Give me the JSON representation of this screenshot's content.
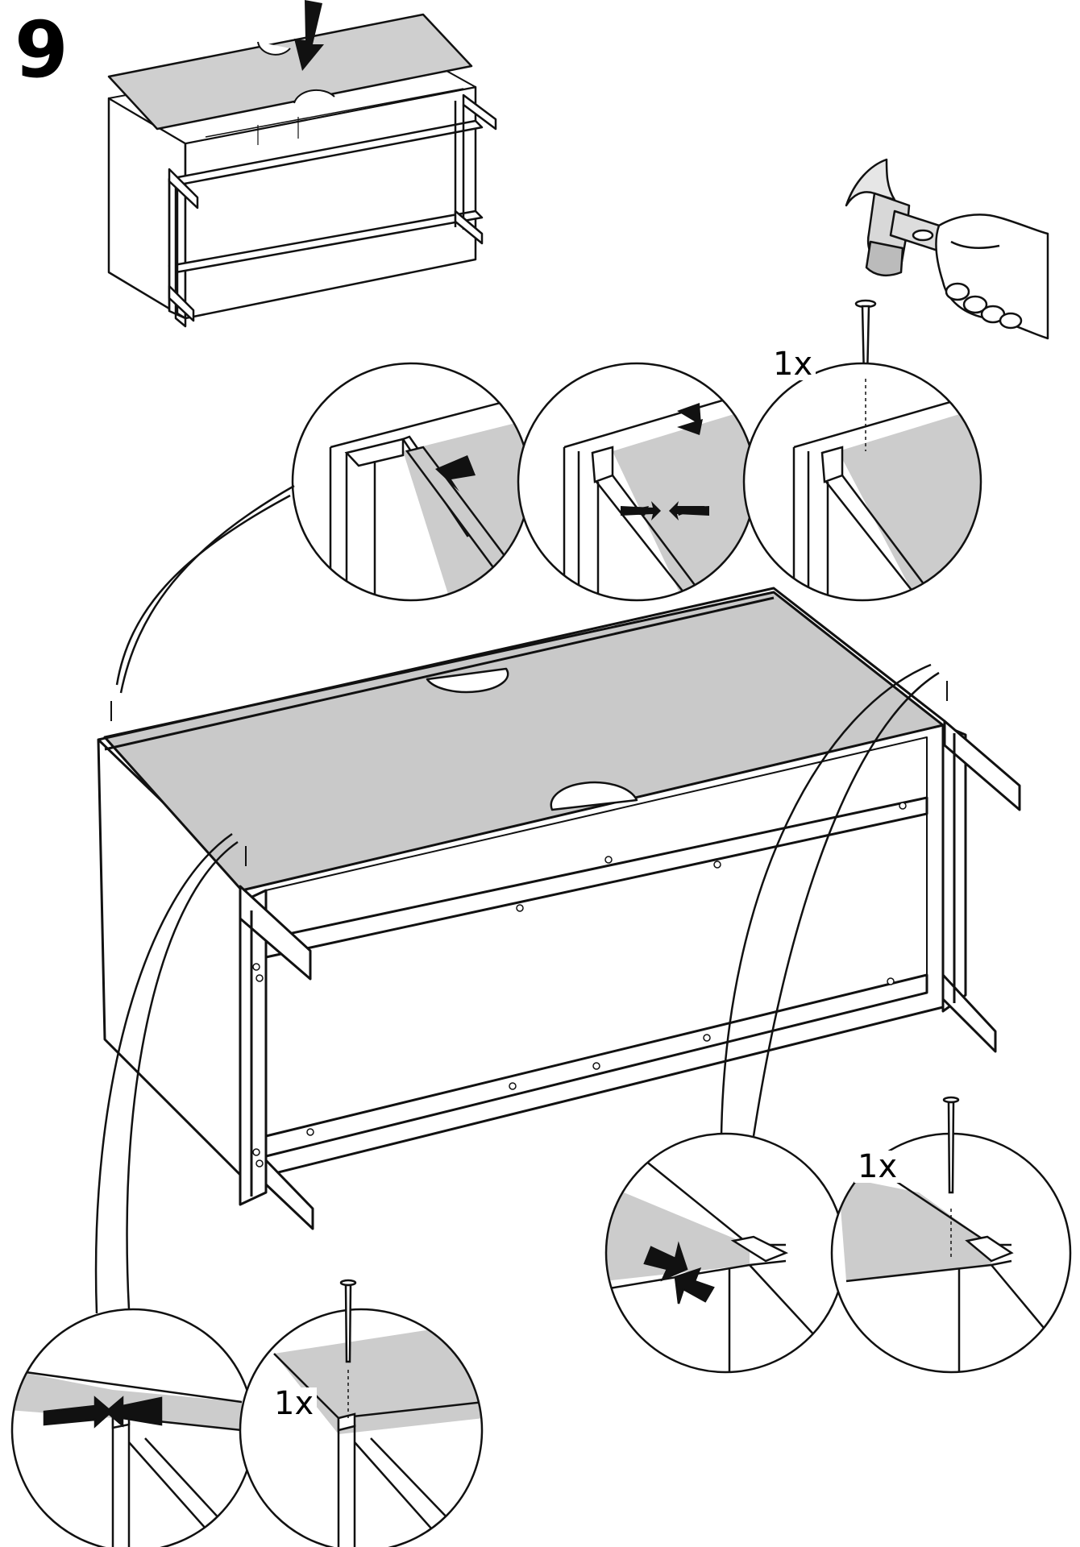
{
  "step": {
    "number": "9"
  },
  "quantities": {
    "top_detail": "1x",
    "right_detail": "1x",
    "left_detail": "1x"
  },
  "colors": {
    "line": "#111111",
    "panel_fill": "#cccccc",
    "background": "#ffffff"
  },
  "icons": [
    "down-arrow-icon",
    "hammer-icon",
    "nail-icon",
    "push-arrow-icon",
    "squeeze-arrows-icon",
    "magnifier-circle-icon"
  ]
}
